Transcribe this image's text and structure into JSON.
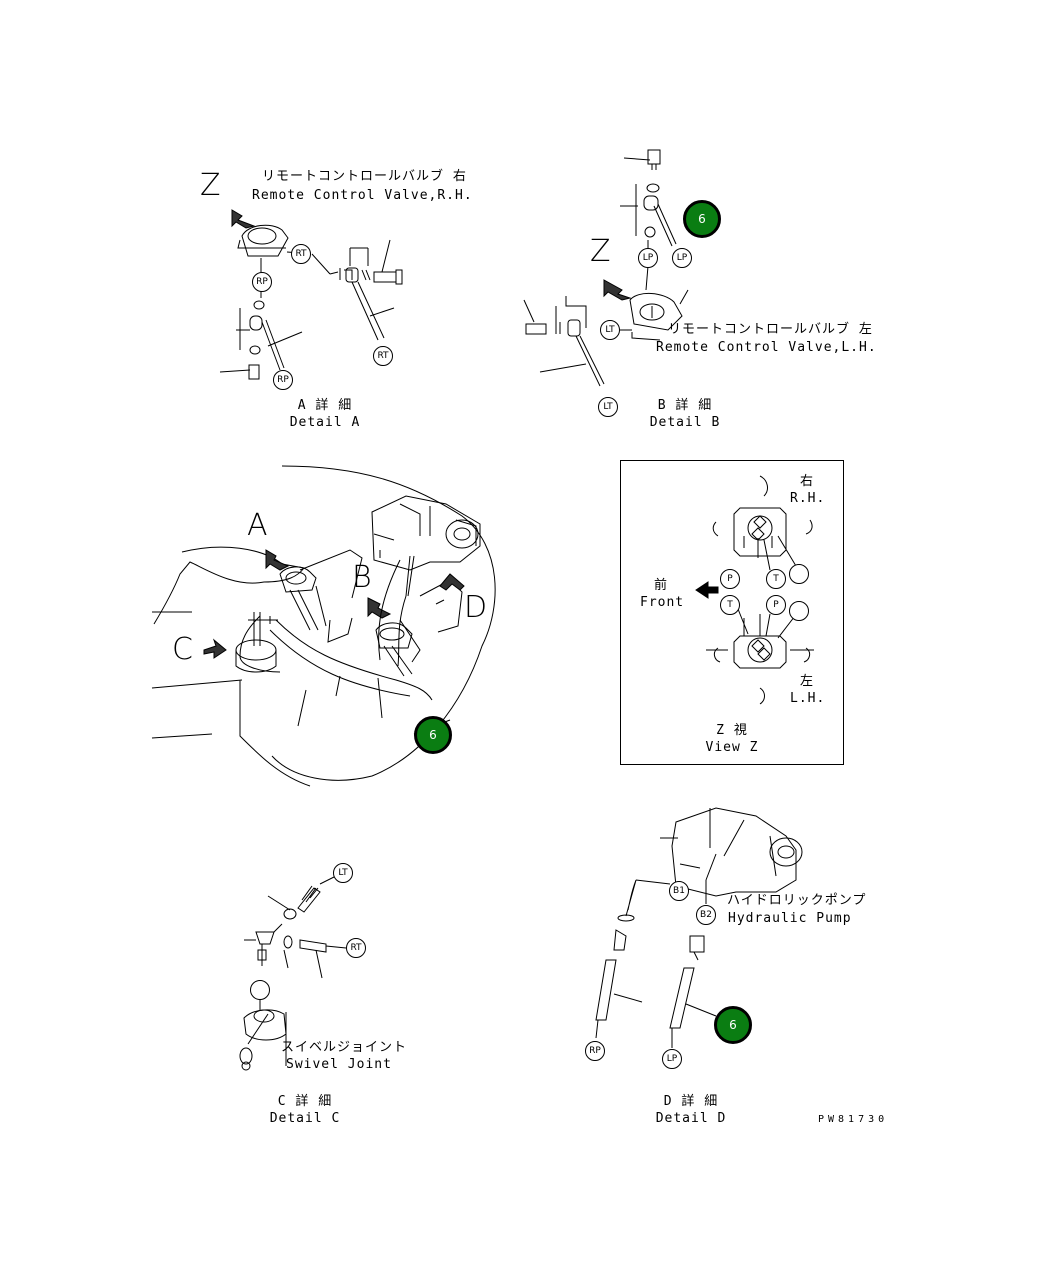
{
  "detail_a": {
    "letter": "Z",
    "part_jp": "リモートコントロールバルブ 右",
    "part_en": "Remote Control Valve,R.H.",
    "title_jp": "A 詳 細",
    "title_en": "Detail A",
    "tags": [
      "RT",
      "RP",
      "RP",
      "RT"
    ]
  },
  "detail_b": {
    "letter": "Z",
    "part_jp": "リモートコントロールバルブ 左",
    "part_en": "Remote Control Valve,L.H.",
    "title_jp": "B 詳 細",
    "title_en": "Detail B",
    "tags": [
      "LP",
      "LP",
      "LT",
      "LT"
    ]
  },
  "main_view": {
    "letters": [
      "A",
      "B",
      "C",
      "D"
    ]
  },
  "view_z": {
    "rh_jp": "右",
    "rh_en": "R.H.",
    "lh_jp": "左",
    "lh_en": "L.H.",
    "front_jp": "前",
    "front_en": "Front",
    "ports_upper": [
      "P",
      "T"
    ],
    "ports_lower": [
      "T",
      "P"
    ],
    "title_jp": "Z 視",
    "title_en": "View Z"
  },
  "detail_c": {
    "part_jp": "スイベルジョイント",
    "part_en": "Swivel Joint",
    "title_jp": "C 詳 細",
    "title_en": "Detail C",
    "tags": [
      "LT",
      "RT"
    ]
  },
  "detail_d": {
    "part_jp": "ハイドロリックポンプ",
    "part_en": "Hydraulic Pump",
    "title_jp": "D 詳 細",
    "title_en": "Detail D",
    "tags": [
      "B1",
      "B2",
      "RP",
      "LP"
    ]
  },
  "callouts": [
    "6",
    "6",
    "6"
  ],
  "drawing_number": "PW81730",
  "colors": {
    "callout_fill": "#0a7d12",
    "line": "#000000"
  }
}
